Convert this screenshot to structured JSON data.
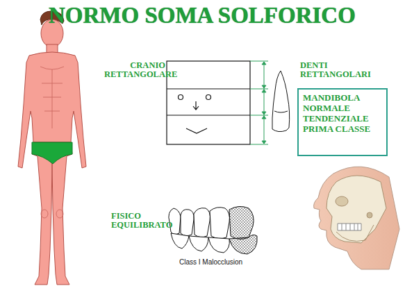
{
  "diagram": {
    "title": "NORMO SOMA SOLFORICO",
    "nodes": [
      {
        "text": [
          "MANDIBOLA NORMALE TENDENZIALE PRIMA CLASSE"
        ]
      }
    ],
    "labels": [
      "CRANIO RETTANGOLARE",
      "DENTI RETTANGOLARI",
      "FISICO EQUILIBRATO",
      "Class I Malocclusion"
    ]
  }
}
